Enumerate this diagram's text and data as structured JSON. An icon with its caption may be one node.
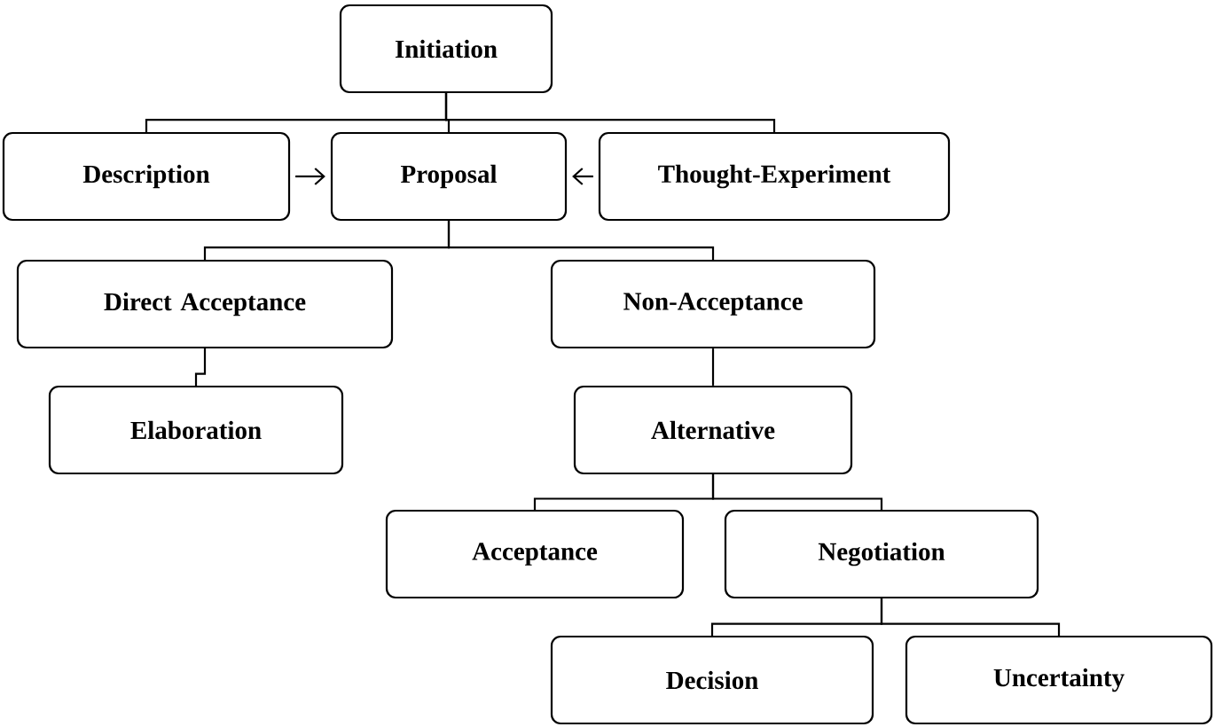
{
  "diagram": {
    "nodes": [
      {
        "text": [
          "Initiation"
        ]
      },
      {
        "text": [
          "Description"
        ]
      },
      {
        "text": [
          "Proposal"
        ]
      },
      {
        "text": [
          "Thought-Experiment"
        ]
      },
      {
        "text": [
          "Direct Acceptance"
        ]
      },
      {
        "text": [
          "Non-Acceptance"
        ]
      },
      {
        "text": [
          "Elaboration"
        ]
      },
      {
        "text": [
          "Alternative"
        ]
      },
      {
        "text": [
          "Acceptance"
        ]
      },
      {
        "text": [
          "Negotiation"
        ]
      },
      {
        "text": [
          "Decision"
        ]
      },
      {
        "text": [
          "Uncertainty"
        ]
      }
    ],
    "edges": [
      {
        "from": 0,
        "to": 1,
        "arrow": "none"
      },
      {
        "from": 0,
        "to": 2,
        "arrow": "none"
      },
      {
        "from": 0,
        "to": 3,
        "arrow": "none"
      },
      {
        "from": 1,
        "to": 2,
        "arrow": "to"
      },
      {
        "from": 3,
        "to": 2,
        "arrow": "to"
      },
      {
        "from": 2,
        "to": 4,
        "arrow": "none"
      },
      {
        "from": 2,
        "to": 5,
        "arrow": "none"
      },
      {
        "from": 4,
        "to": 6,
        "arrow": "none"
      },
      {
        "from": 5,
        "to": 7,
        "arrow": "none"
      },
      {
        "from": 7,
        "to": 8,
        "arrow": "none"
      },
      {
        "from": 7,
        "to": 9,
        "arrow": "none"
      },
      {
        "from": 9,
        "to": 10,
        "arrow": "none"
      },
      {
        "from": 9,
        "to": 11,
        "arrow": "none"
      }
    ]
  }
}
